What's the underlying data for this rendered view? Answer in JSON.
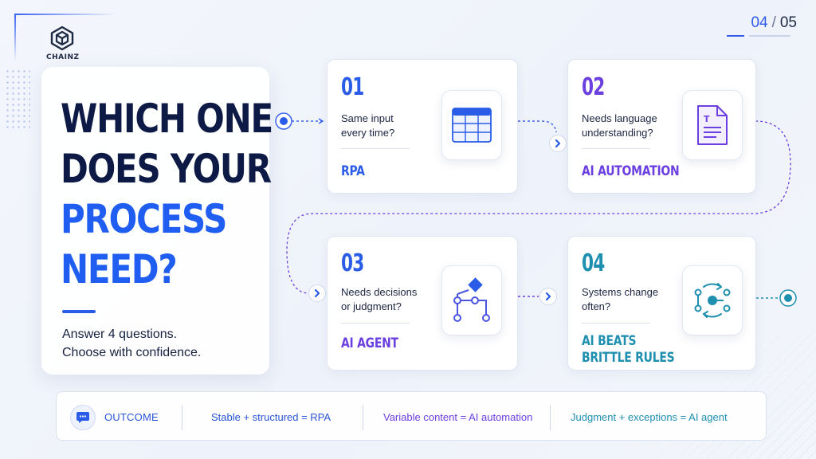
{
  "brand": {
    "name": "CHAINZ",
    "logo_icon": "hexagon-cube-icon"
  },
  "pagination": {
    "current": "04",
    "separator": "/",
    "total": "05"
  },
  "hero": {
    "title_line1": "WHICH ONE",
    "title_line2": "DOES YOUR",
    "title_line3": "PROCESS",
    "title_line4": "NEED?",
    "subtitle_line1": "Answer 4 questions.",
    "subtitle_line2": "Choose with confidence."
  },
  "steps": [
    {
      "number": "01",
      "question_line1": "Same input",
      "question_line2": "every time?",
      "answer_line1": "RPA",
      "answer_line2": "",
      "icon": "spreadsheet-icon",
      "color": "#2a5ce8"
    },
    {
      "number": "02",
      "question_line1": "Needs language",
      "question_line2": "understanding?",
      "answer_line1": "AI AUTOMATION",
      "answer_line2": "",
      "icon": "document-text-icon",
      "color": "#6b3fe0"
    },
    {
      "number": "03",
      "question_line1": "Needs decisions",
      "question_line2": "or judgment?",
      "answer_line1": "AI AGENT",
      "answer_line2": "",
      "icon": "decision-flow-icon",
      "color": "#6b3fe0"
    },
    {
      "number": "04",
      "question_line1": "Systems change",
      "question_line2": "often?",
      "answer_line1": "AI BEATS",
      "answer_line2": "BRITTLE RULES",
      "icon": "cycle-nodes-icon",
      "color": "#1f8fb0"
    }
  ],
  "outcome": {
    "label": "OUTCOME",
    "icon": "chat-bubble-icon",
    "items": [
      {
        "text": "Stable + structured  =  RPA",
        "color": "#2a54d6"
      },
      {
        "text": "Variable content = AI automation",
        "color": "#6b3fe0"
      },
      {
        "text": "Judgment + exceptions = AI agent",
        "color": "#1f8fb0"
      }
    ]
  },
  "colors": {
    "blue": "#2a5ce8",
    "purple": "#6b3fe0",
    "teal": "#1f8fb0",
    "navy": "#0d1a45"
  }
}
